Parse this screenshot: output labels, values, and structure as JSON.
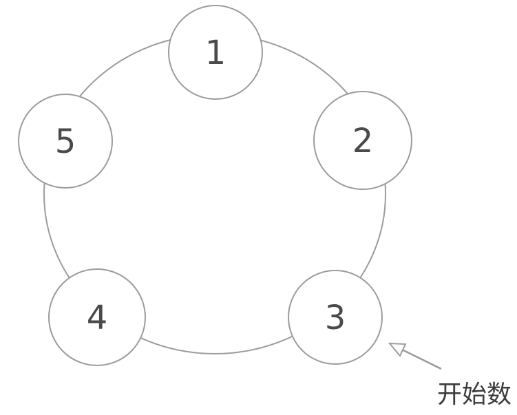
{
  "diagram": {
    "nodes": [
      {
        "label": "1"
      },
      {
        "label": "2"
      },
      {
        "label": "3"
      },
      {
        "label": "4"
      },
      {
        "label": "5"
      }
    ],
    "annotation": {
      "text": "开始数",
      "target_node_label": "3"
    },
    "colors": {
      "stroke": "#9b9b9b",
      "text": "#4a4a4a",
      "annotation_text": "#3c3c3c",
      "background": "#ffffff"
    }
  }
}
